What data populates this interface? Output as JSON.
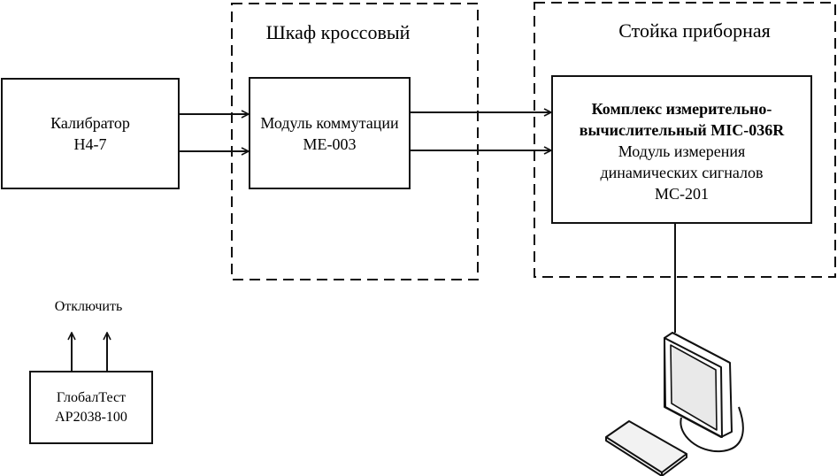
{
  "diagram": {
    "groups": [
      {
        "id": "cross_cabinet",
        "title": "Шкаф кроссовый"
      },
      {
        "id": "instrument_rack",
        "title": "Стойка приборная"
      }
    ],
    "blocks": {
      "calibrator": {
        "line1": "Калибратор",
        "line2": "Н4-7"
      },
      "switch_module": {
        "line1": "Модуль коммутации",
        "line2": "МЕ-003"
      },
      "measurement_complex": {
        "title_line1": "Комплекс измерительно-",
        "title_line2": "вычислительный MIC-036R",
        "line3": "Модуль измерения",
        "line4": "динамических сигналов",
        "line5": "МС-201"
      },
      "globaltest": {
        "line1": "ГлобалТест",
        "line2": "АР2038-100"
      }
    },
    "annotations": {
      "disconnect_label": "Отключить"
    },
    "icons": {
      "computer": "computer-monitor-keyboard-icon"
    },
    "connections": [
      {
        "from": "calibrator",
        "to": "switch_module",
        "count": 2,
        "style": "arrow"
      },
      {
        "from": "switch_module",
        "to": "measurement_complex",
        "count": 2,
        "style": "arrow"
      },
      {
        "from": "measurement_complex",
        "to": "computer",
        "count": 1,
        "style": "line"
      },
      {
        "from": "globaltest",
        "to": "disconnect_label",
        "count": 2,
        "style": "arrow"
      }
    ]
  }
}
